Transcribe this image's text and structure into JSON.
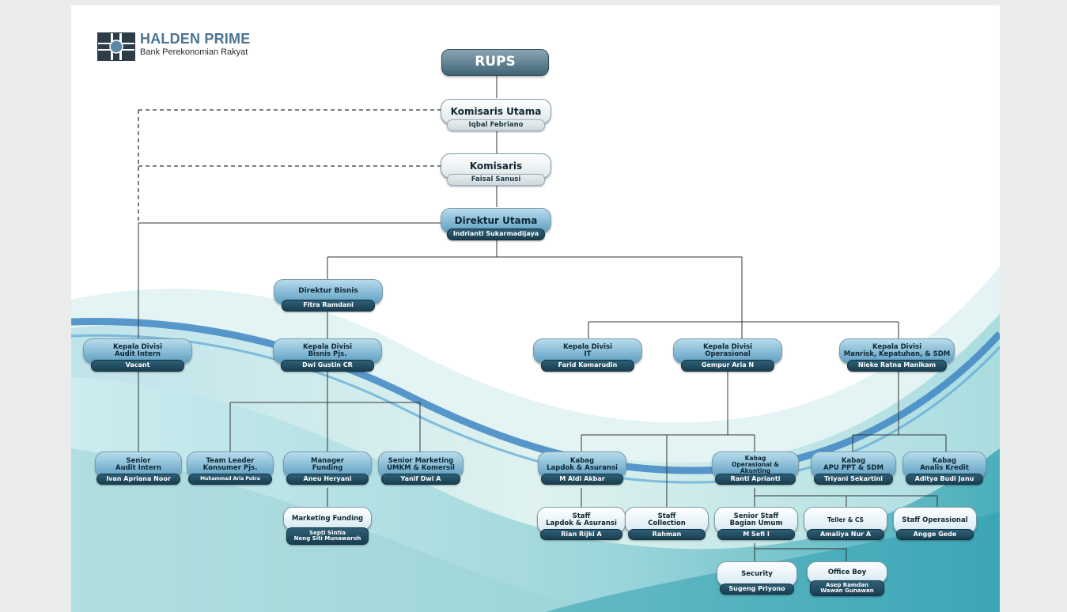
{
  "logo": {
    "name": "HALDEN PRIME",
    "subtitle": "Bank Perekonomian Rakyat",
    "icon": "cross-window-logo-icon"
  },
  "nodes": {
    "rups": {
      "title": "RUPS"
    },
    "komisaris_utama": {
      "title": "Komisaris Utama",
      "name": "Iqbal Febriano"
    },
    "komisaris": {
      "title": "Komisaris",
      "name": "Faisal Sanusi"
    },
    "direktur_utama": {
      "title": "Direktur Utama",
      "name": "Indrianti Sukarmadijaya"
    },
    "direktur_bisnis": {
      "title": "Direktur Bisnis",
      "name": "Fitra Ramdani"
    },
    "kadiv_audit": {
      "title": "Kepala Divisi\nAudit Intern",
      "name": "Vacant"
    },
    "kadiv_bisnis": {
      "title": "Kepala Divisi\nBisnis Pjs.",
      "name": "Dwi Gustin CR"
    },
    "kadiv_it": {
      "title": "Kepala Divisi\nIT",
      "name": "Farid Komarudin"
    },
    "kadiv_operasional": {
      "title": "Kepala Divisi\nOperasional",
      "name": "Gempur Aria N"
    },
    "kadiv_manrisk": {
      "title": "Kepala Divisi\nManrisk, Kepatuhan, & SDM",
      "name": "Nieke Ratna Manikam"
    },
    "senior_audit": {
      "title": "Senior\nAudit Intern",
      "name": "Ivan Apriana Noor"
    },
    "team_leader": {
      "title": "Team Leader\nKonsumer Pjs.",
      "name": "Muhammad Aria Putra"
    },
    "manager_funding": {
      "title": "Manager\nFunding",
      "name": "Aneu Heryani"
    },
    "senior_marketing": {
      "title": "Senior Marketing\nUMKM & Komersil",
      "name": "Yanif Dwi A"
    },
    "marketing_funding": {
      "title": "Marketing Funding",
      "name": "Septi Sintia\nNeng Siti Munawaroh"
    },
    "kabag_lapdok": {
      "title": "Kabag\nLapdok & Asuransi",
      "name": "M Aldi Akbar"
    },
    "kabag_opsakt": {
      "title": "Kabag\nOperasional & Akunting",
      "name": "Ranti Aprianti"
    },
    "kabag_apu": {
      "title": "Kabag\nAPU PPT & SDM",
      "name": "Triyani Sekartini"
    },
    "kabag_analis": {
      "title": "Kabag\nAnalis Kredit",
      "name": "Aditya Budi Janu"
    },
    "staff_lapdok": {
      "title": "Staff\nLapdok & Asuransi",
      "name": "Rian Rijki A"
    },
    "staff_collection": {
      "title": "Staff\nCollection",
      "name": "Rahman"
    },
    "senior_staff_umum": {
      "title": "Senior Staff\nBagian Umum",
      "name": "M Sefi I"
    },
    "teller_cs": {
      "title": "Teller & CS",
      "name": "Amaliya Nur A"
    },
    "staff_operasional": {
      "title": "Staff Operasional",
      "name": "Angge Gede"
    },
    "security": {
      "title": "Security",
      "name": "Sugeng Priyono"
    },
    "office_boy": {
      "title": "Office Boy",
      "name": "Asep Ramdan\nWawan Gunawan"
    }
  },
  "colors": {
    "page_bg": "#e9eceb",
    "teal_dark": "#1a3e50",
    "node_blue": "#5d9ec2",
    "wave_blue": "#3f86c4"
  }
}
